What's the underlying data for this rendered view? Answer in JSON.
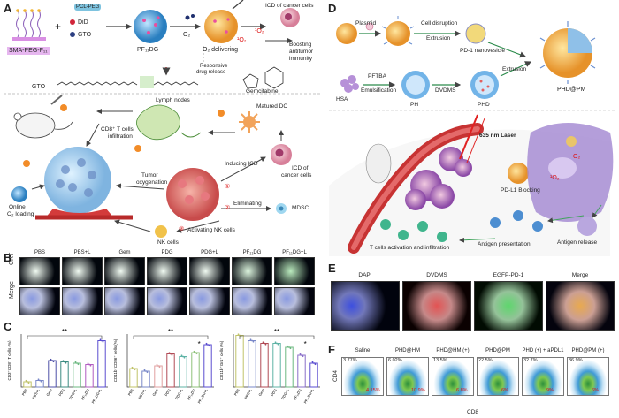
{
  "panels": {
    "A": {
      "label": "A",
      "sma": "SMA-PEG-F₁₁",
      "pcl": "PCL-PEG",
      "did": "DiD",
      "gto": "GTO",
      "pf": "PF₁₁DG",
      "o2": "O₂",
      "o2_delivering": "O₂ delivering",
      "responsive": "Responsive",
      "drug_release": "drug release",
      "icd": "ICD of cancer cells",
      "boosting": "Boosting",
      "antitumor": "antitumor",
      "immunity": "immunity",
      "singlet1": "¹O₂",
      "singlet2": "¹O₂",
      "gemcitabine": "Gemcitabine",
      "gto2": "GTO",
      "lymph": "Lymph nodes",
      "matured_dc": "Matured DC",
      "cd8_1": "CD8⁺ T cells",
      "cd8_2": "infiltration",
      "inducing_icd": "Inducing ICD",
      "icd2_1": "ICD of",
      "icd2_2": "cancer cells",
      "tumor_1": "Tumor",
      "tumor_2": "oxygenation",
      "online_1": "Online",
      "online_2": "O₂ loading",
      "eliminating": "Eliminating",
      "mdsc": "MDSC",
      "nk": "NK cells",
      "activating_nk": "Activating NK cells",
      "n1": "①",
      "n2": "②",
      "n3": "③"
    },
    "B": {
      "label": "B",
      "columns": [
        "PBS",
        "PBS+L",
        "Gem",
        "PDG",
        "PDG+L",
        "PF₁₁DG",
        "PF₁₁DG+L"
      ],
      "row1": "CRT",
      "row2": "Merge"
    },
    "C": {
      "label": "C",
      "sig": "**",
      "sig2": "*"
    },
    "D": {
      "label": "D",
      "plasmid": "Plasmid",
      "cell_disruption": "Cell disruption",
      "extrusion": "Extrusion",
      "pd1_nanovesicle": "PD-1 nanovesicle",
      "extrusion2": "Extrusion",
      "phd_pm": "PHD@PM",
      "hsa": "HSA",
      "pftba": "PFTBA",
      "emulsification": "Emulsification",
      "ph": "PH",
      "dvdms": "DVDMS",
      "phd": "PHD",
      "laser": "635 nm Laser",
      "pdl1": "PD-L1 Blocking",
      "tcells": "T cells activation and infiltration",
      "antigen_pres": "Antigen presentation",
      "antigen_rel": "Antigen release",
      "o2": "O₂",
      "o2b": "¹O₂"
    },
    "E": {
      "label": "E",
      "columns": [
        "DAPI",
        "DVDMS",
        "EGFP-PD-1",
        "Merge"
      ]
    },
    "F": {
      "label": "F",
      "columns": [
        "Saline",
        "PHD@HM",
        "PHD@HM (+)",
        "PHD@PM",
        "PHD (+) + aPDL1",
        "PHD@PM (+)"
      ],
      "top_pct": [
        "3.77%",
        "6.02%",
        "13.5%",
        "22.5%",
        "32.7%",
        "36.9%"
      ],
      "bot_pct": [
        "4.15%",
        "10.9%",
        "6.8%",
        "6%",
        "9%",
        "6%"
      ],
      "ylabel": "CD4",
      "xlabel": "CD8"
    }
  },
  "chart_data": [
    {
      "type": "bar",
      "categories": [
        "PBS",
        "PBS+L",
        "Gem",
        "PDG",
        "PDG+L",
        "PF₁₁DG",
        "PF₁₁DG+L"
      ],
      "values": [
        0.4,
        0.5,
        2.0,
        1.9,
        1.8,
        1.7,
        3.5
      ],
      "ylabel": "CD3⁺CD8⁺ T cells (%)",
      "ylim": [
        0,
        4
      ],
      "colors": [
        "#c0c36a",
        "#7a89c9",
        "#4d4fa7",
        "#3d8c82",
        "#6cb880",
        "#b15cc1",
        "#5a4dd0"
      ]
    },
    {
      "type": "bar",
      "categories": [
        "PBS",
        "PBS+L",
        "Gem",
        "PDG",
        "PDG+L",
        "PF₁₁DG",
        "PF₁₁DG+L"
      ],
      "values": [
        1.4,
        1.2,
        1.6,
        2.5,
        2.3,
        2.6,
        3.2
      ],
      "ylabel": "CD11b⁺CD86⁺ cells (%)",
      "ylim": [
        0,
        4
      ],
      "colors": [
        "#c0c36a",
        "#7a89c9",
        "#e0a0a0",
        "#b14b56",
        "#5fb3a6",
        "#8fc27a",
        "#5a4dd0"
      ]
    },
    {
      "type": "bar",
      "categories": [
        "PBS",
        "PBS+L",
        "Gem",
        "PDG",
        "PDG+L",
        "PF₁₁DG",
        "PF₁₁DG+L"
      ],
      "values": [
        3.9,
        3.5,
        3.3,
        3.3,
        3.0,
        2.4,
        1.8
      ],
      "ylabel": "CD11b⁺Gr1⁺ cells (%)",
      "ylim": [
        0,
        4
      ],
      "colors": [
        "#c0c36a",
        "#7a89c9",
        "#b14b56",
        "#5fb3a6",
        "#6cb880",
        "#8a6fc9",
        "#5a4dd0"
      ]
    }
  ]
}
